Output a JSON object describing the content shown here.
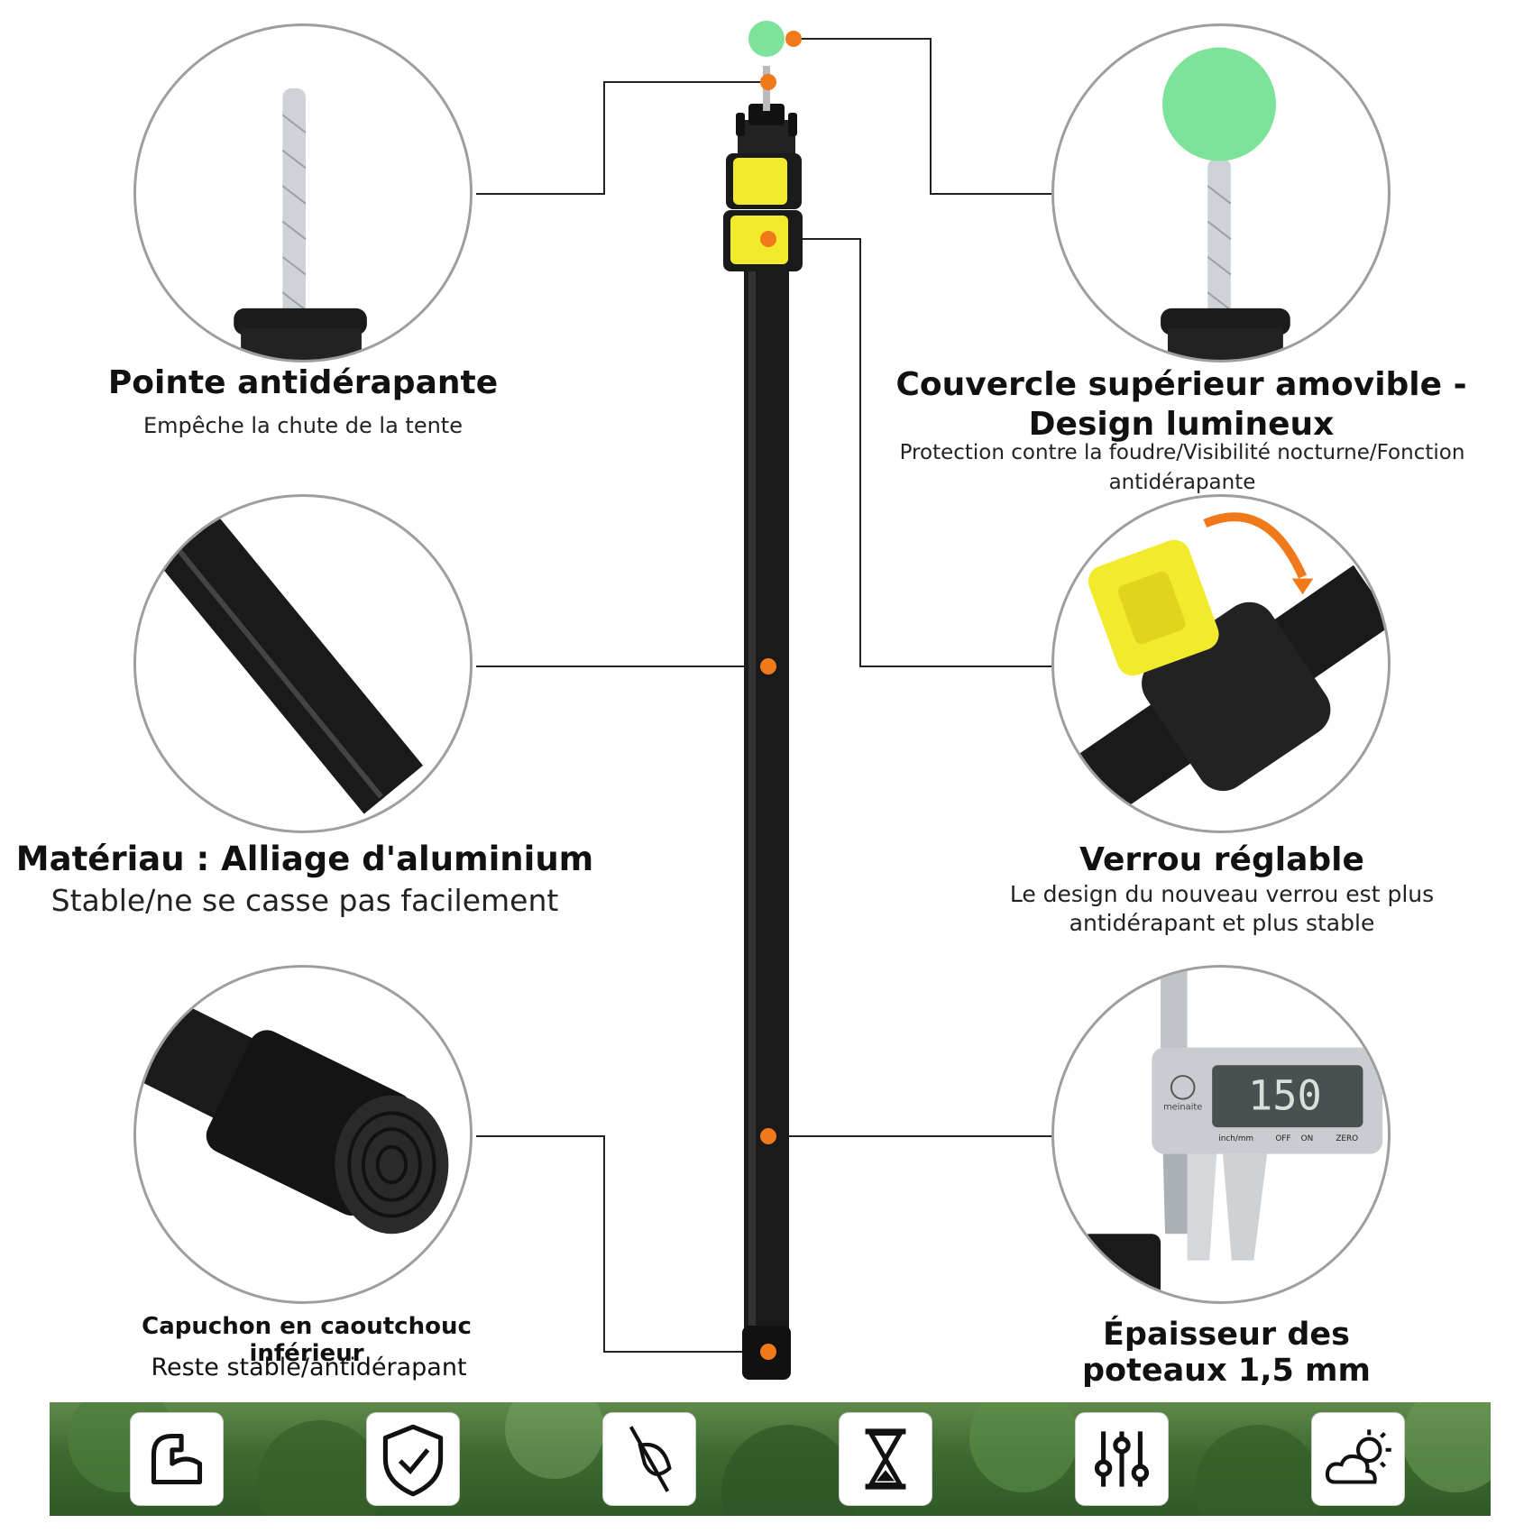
{
  "colors": {
    "accent_dot": "#f07a1a",
    "pole_black": "#1a1a1a",
    "lock_yellow": "#f2ea2c",
    "glow_green": "#7de39a"
  },
  "features": {
    "tip": {
      "title": "Pointe antidérapante",
      "subtitle": "Empêche la chute de la tente"
    },
    "top_cover": {
      "title_line1": "Couvercle supérieur amovible -",
      "title_line2": "Design lumineux",
      "subtitle_line1": "Protection contre la foudre/Visibilité nocturne/Fonction",
      "subtitle_line2": "antidérapante"
    },
    "material": {
      "title": "Matériau : Alliage d'aluminium",
      "subtitle": "Stable/ne se casse pas facilement"
    },
    "lock": {
      "title": "Verrou réglable",
      "subtitle_line1": "Le design du nouveau verrou est plus",
      "subtitle_line2": "antidérapant et plus stable"
    },
    "rubber_cap": {
      "title": "Capuchon en caoutchouc inférieur",
      "subtitle": "Reste stable/antidérapant"
    },
    "thickness": {
      "title_line1": "Épaisseur des",
      "title_line2": "poteaux 1,5 mm",
      "caliper_reading": "150",
      "caliper_brand": "meinaite",
      "caliper_unit_label": "inch/mm",
      "caliper_off_label": "OFF",
      "caliper_on_label": "ON",
      "caliper_zero_label": "ZERO"
    }
  },
  "banner": {
    "icons": [
      "strength-icon",
      "shield-check-icon",
      "feather-icon",
      "hourglass-icon",
      "sliders-icon",
      "sun-cloud-icon"
    ]
  }
}
